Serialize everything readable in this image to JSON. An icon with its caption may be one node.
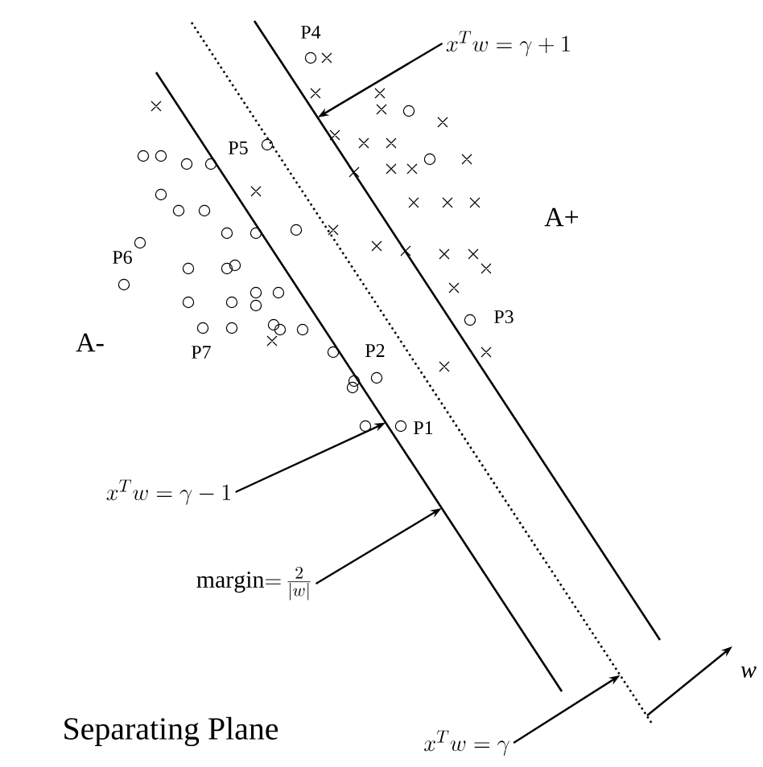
{
  "diagram": {
    "nodes": [
      {
        "text": [
          "x^{T}w = \\gamma+1"
        ]
      },
      {
        "text": [
          "x^{T}w = \\gamma-1"
        ]
      },
      {
        "text": [
          "\\mathrm{margin}{=}\\,\\frac{2}{|w|}"
        ]
      },
      {
        "text": [
          "x^{T}w = \\gamma"
        ]
      }
    ],
    "edges": [
      {
        "from": 0,
        "to": null,
        "arrow": "to"
      },
      {
        "from": 1,
        "to": null,
        "arrow": "to"
      },
      {
        "from": 2,
        "to": null,
        "arrow": "to"
      },
      {
        "from": 3,
        "to": null,
        "arrow": "to"
      }
    ],
    "labels": [
      "P4",
      "P5",
      "A+",
      "P6",
      "P3",
      "A-",
      "P7",
      "P2",
      "P1",
      "w",
      "Separating Plane"
    ]
  }
}
